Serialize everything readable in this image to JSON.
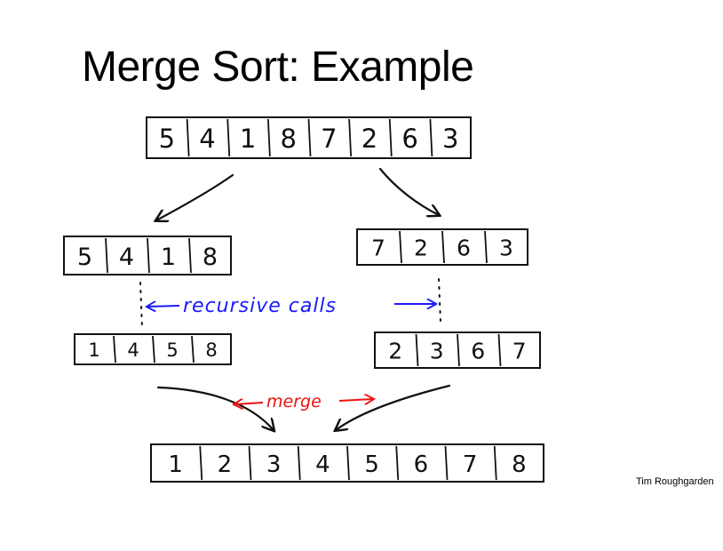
{
  "slide": {
    "title": "Merge Sort: Example",
    "author": "Tim Roughgarden"
  },
  "arrays": {
    "input": [
      "5",
      "4",
      "1",
      "8",
      "7",
      "2",
      "6",
      "3"
    ],
    "left_half": [
      "5",
      "4",
      "1",
      "8"
    ],
    "right_half": [
      "7",
      "2",
      "6",
      "3"
    ],
    "left_sorted": [
      "1",
      "4",
      "5",
      "8"
    ],
    "right_sorted": [
      "2",
      "3",
      "6",
      "7"
    ],
    "output": [
      "1",
      "2",
      "3",
      "4",
      "5",
      "6",
      "7",
      "8"
    ]
  },
  "annotations": {
    "recursive_calls": "recursive calls",
    "merge": "merge"
  },
  "colors": {
    "ink": "#111111",
    "recursive": "#1a1aff",
    "merge": "#ee1111"
  }
}
